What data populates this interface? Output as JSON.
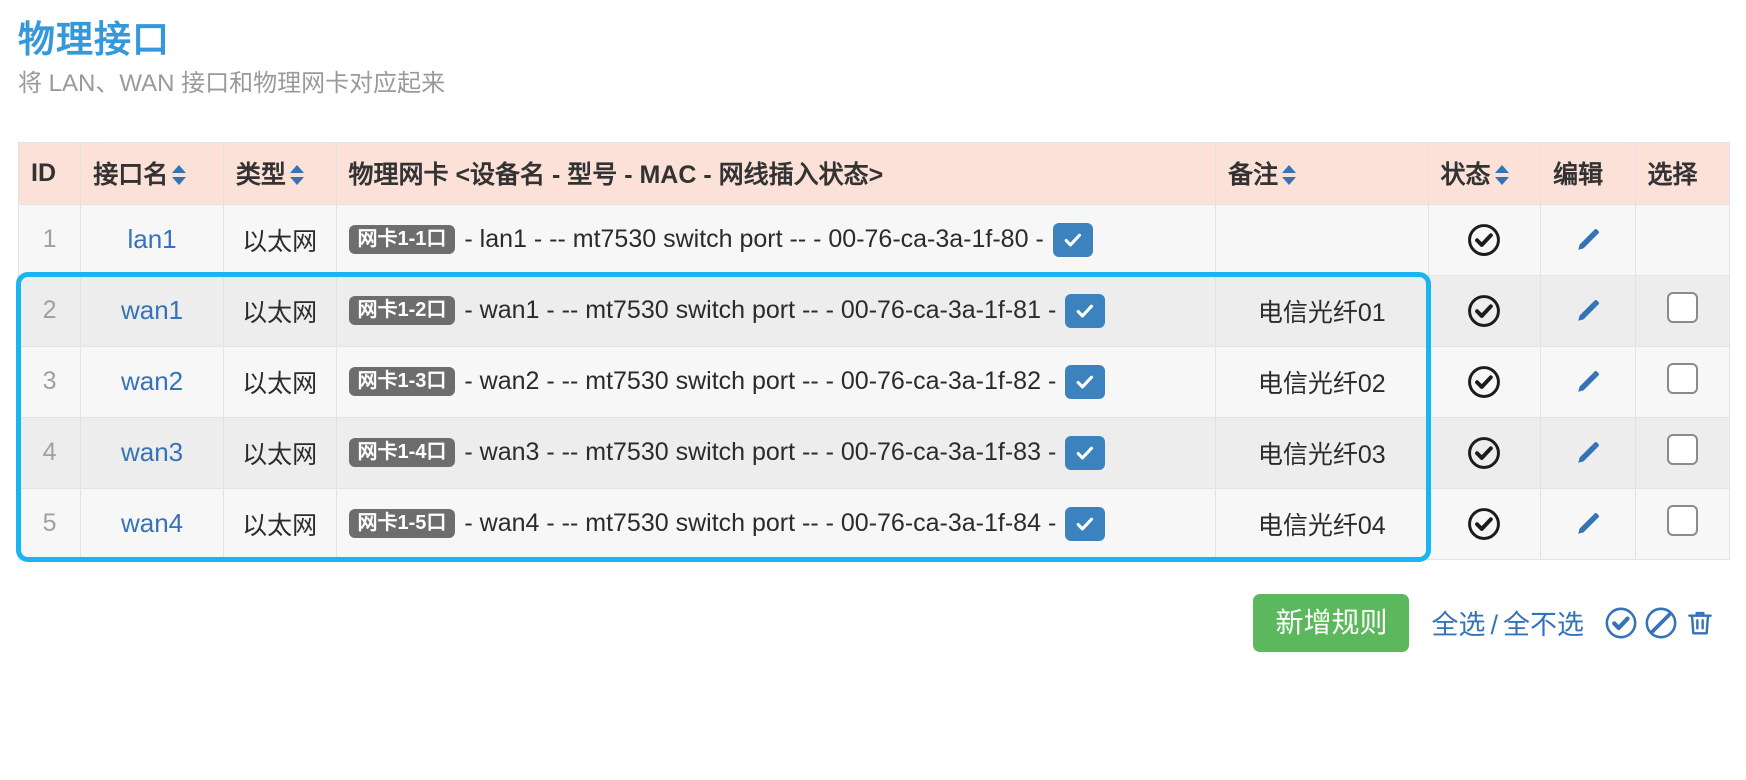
{
  "header": {
    "title": "物理接口",
    "subtitle": "将 LAN、WAN 接口和物理网卡对应起来"
  },
  "table": {
    "columns": [
      {
        "key": "id",
        "label": "ID",
        "sortable": false
      },
      {
        "key": "name",
        "label": "接口名",
        "sortable": true
      },
      {
        "key": "type",
        "label": "类型",
        "sortable": true
      },
      {
        "key": "nic",
        "label": "物理网卡 <设备名 - 型号 - MAC - 网线插入状态>",
        "sortable": false
      },
      {
        "key": "remark",
        "label": "备注",
        "sortable": true
      },
      {
        "key": "status",
        "label": "状态",
        "sortable": true
      },
      {
        "key": "edit",
        "label": "编辑",
        "sortable": false
      },
      {
        "key": "select",
        "label": "选择",
        "sortable": false
      }
    ],
    "rows": [
      {
        "id": "1",
        "name": "lan1",
        "type": "以太网",
        "nic_badge": "网卡1-1口",
        "nic_text": "- lan1 - -- mt7530 switch port -- - 00-76-ca-3a-1f-80 -",
        "link_state": "checked",
        "remark": "",
        "status": "enabled",
        "selected": false,
        "has_select_box": false,
        "highlighted": false
      },
      {
        "id": "2",
        "name": "wan1",
        "type": "以太网",
        "nic_badge": "网卡1-2口",
        "nic_text": "- wan1 - -- mt7530 switch port -- - 00-76-ca-3a-1f-81 -",
        "link_state": "checked",
        "remark": "电信光纤01",
        "status": "enabled",
        "selected": false,
        "has_select_box": true,
        "highlighted": true
      },
      {
        "id": "3",
        "name": "wan2",
        "type": "以太网",
        "nic_badge": "网卡1-3口",
        "nic_text": "- wan2 - -- mt7530 switch port -- - 00-76-ca-3a-1f-82 -",
        "link_state": "checked",
        "remark": "电信光纤02",
        "status": "enabled",
        "selected": false,
        "has_select_box": true,
        "highlighted": true
      },
      {
        "id": "4",
        "name": "wan3",
        "type": "以太网",
        "nic_badge": "网卡1-4口",
        "nic_text": "- wan3 - -- mt7530 switch port -- - 00-76-ca-3a-1f-83 -",
        "link_state": "checked",
        "remark": "电信光纤03",
        "status": "enabled",
        "selected": false,
        "has_select_box": true,
        "highlighted": true
      },
      {
        "id": "5",
        "name": "wan4",
        "type": "以太网",
        "nic_badge": "网卡1-5口",
        "nic_text": "- wan4 - -- mt7530 switch port -- - 00-76-ca-3a-1f-84 -",
        "link_state": "checked",
        "remark": "电信光纤04",
        "status": "enabled",
        "selected": false,
        "has_select_box": true,
        "highlighted": true
      }
    ]
  },
  "footer": {
    "add_label": "新增规则",
    "select_all_label": "全选",
    "separator": "/",
    "select_none_label": "全不选",
    "icons": [
      "circle-check-icon",
      "circle-slash-icon",
      "trash-icon"
    ]
  },
  "colors": {
    "title_blue": "#3498db",
    "link_blue": "#3573b9",
    "header_bg": "#fbe1d8",
    "highlight_border": "#19b5f0",
    "add_green": "#5cb85c",
    "badge_gray": "#6d6d6d",
    "link_chk_blue": "#3c82bf"
  }
}
